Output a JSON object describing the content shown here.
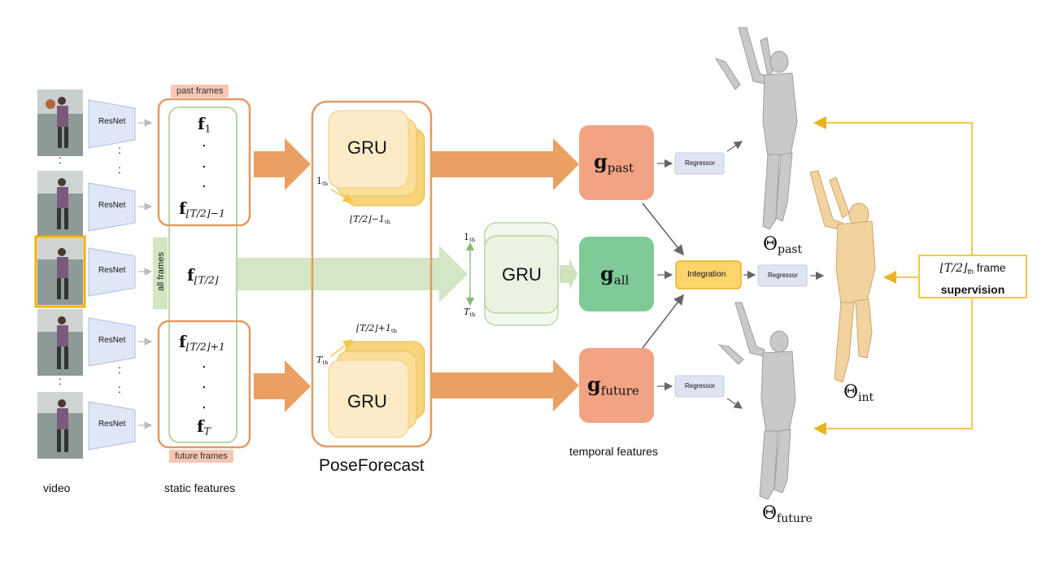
{
  "input": {
    "backbone_label": "ResNet",
    "dots": ":",
    "caption": "video"
  },
  "static": {
    "past_tag": "past frames",
    "future_tag": "future frames",
    "all_frames": "all frames",
    "f1_base": "f",
    "f1_sub": "1",
    "dot": ".",
    "fpast_base": "f",
    "fpast_sub": "⌊T/2⌋−1",
    "fmid_base": "f",
    "fmid_sub": "⌊T/2⌋",
    "ffut_base": "f",
    "ffut_sub": "⌊T/2⌋+1",
    "fT_base": "f",
    "fT_sub": "T",
    "caption": "static features"
  },
  "poseforecast": {
    "gru_label": "GRU",
    "title": "PoseForecast",
    "past_start": "1",
    "past_start_sub": "th",
    "past_end": "⌊T/2⌋−1",
    "past_end_sub": "th",
    "future_start": "T",
    "future_start_sub": "th",
    "future_end": "⌊T/2⌋+1",
    "future_end_sub": "th"
  },
  "middle_gru": {
    "label": "GRU",
    "top": "1",
    "top_sub": "th",
    "bottom": "T",
    "bottom_sub": "th"
  },
  "temporal": {
    "g_base": "g",
    "past_sub": "past",
    "all_sub": "all",
    "future_sub": "future",
    "caption": "temporal features"
  },
  "heads": {
    "regressor": "Regressor",
    "integration": "Integration"
  },
  "outputs": {
    "theta": "Θ",
    "past_sub": "past",
    "int_sub": "int",
    "future_sub": "future"
  },
  "supervision": {
    "frame_math": "⌊T/2⌋",
    "frame_sub": "th",
    "frame_word": "frame",
    "line2": "supervision"
  },
  "colors": {
    "orange_arrow": "#e9a062",
    "orange_border": "#e39a63",
    "green_border": "#b9d6a6",
    "green_arrow": "#cfe3bf",
    "gru_fill": "#fcebc6",
    "gru_back": "#f7d479",
    "gpast_fill": "#f2a384",
    "gall_fill": "#7fcb97",
    "integration_fill": "#fbd46b",
    "regressor_fill": "#dfe3f2",
    "resnet_fill": "#dfe6f6",
    "supervision_line": "#f3c84a",
    "highlight_frame": "#f0b000"
  }
}
